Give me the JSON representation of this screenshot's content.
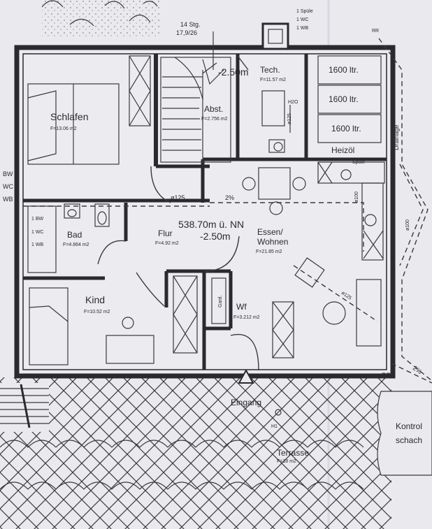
{
  "header": {
    "stairs_note": "14 Stg.",
    "stairs_ratio": "17,9/26",
    "top_right_list": [
      "1 Spüle",
      "1 WC",
      "1 WB"
    ],
    "rr_top": "RR"
  },
  "rooms": {
    "schlafen": {
      "name": "Schlafen",
      "area": "F=13.06 m2"
    },
    "abst": {
      "name": "Abst.",
      "area": "F=2.756 m2"
    },
    "tech": {
      "name": "Tech.",
      "area": "F=11.57 m2",
      "h2o": "H2O",
      "pipe": "ø125"
    },
    "bad": {
      "name": "Bad",
      "area": "F=4.864 m2",
      "list": [
        "1 BW",
        "1 WC",
        "1 WB"
      ]
    },
    "flur": {
      "name": "Flur",
      "area": "F=4.92 m2"
    },
    "essen": {
      "name": "Essen/",
      "name2": "Wohnen",
      "area": "F=21.85 m2"
    },
    "kind": {
      "name": "Kind",
      "area": "F=10.52 m2"
    },
    "wf": {
      "name": "Wf",
      "area": "F=3.212 m2",
      "gard": "Gard."
    },
    "terrasse": {
      "name": "Terrasse",
      "area": "F=18 m2"
    }
  },
  "levels": {
    "upper": "-2.50m",
    "main": "538.70m ü. NN",
    "main_minus": "-2.50m"
  },
  "tanks": [
    "1600 ltr.",
    "1600 ltr.",
    "1600 ltr."
  ],
  "heizoel": "Heizöl",
  "drainage": "Drainage",
  "spuele": "Spüle",
  "pipes": {
    "p125_left": "ø125",
    "p100_kitchen": "ø100",
    "p100_right": "ø100",
    "p125_diag": "ø125"
  },
  "slopes": {
    "s1": "2%",
    "s2": "2%"
  },
  "left_list": [
    "BW",
    "WC",
    "WB"
  ],
  "rr_bottom": "RR",
  "eingang": "Eingang",
  "h1": "H1",
  "kontroll": [
    "Kontrol",
    "schach"
  ]
}
